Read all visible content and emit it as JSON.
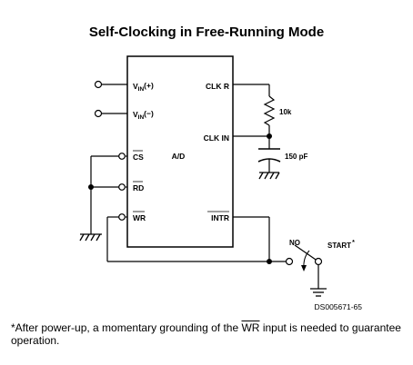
{
  "title": "Self-Clocking in Free-Running Mode",
  "chip": {
    "label": "A/D",
    "pins": {
      "vin_plus_main": "V",
      "vin_plus_sub": "IN",
      "vin_plus_suffix": "(+)",
      "vin_minus_main": "V",
      "vin_minus_sub": "IN",
      "vin_minus_suffix": "(−)",
      "cs": "CS",
      "rd": "RD",
      "wr": "WR",
      "clk_r": "CLK R",
      "clk_in": "CLK IN",
      "intr": "INTR"
    }
  },
  "components": {
    "resistor": "10k",
    "capacitor": "150 pF"
  },
  "switch": {
    "no_label": "NO",
    "start_label": "START",
    "start_mark": "*"
  },
  "doc_code": "DS005671-65",
  "footnote": {
    "part1": "*After power-up, a momentary grounding of the ",
    "signal": "WR",
    "part2": " input is needed to guarantee operation."
  }
}
